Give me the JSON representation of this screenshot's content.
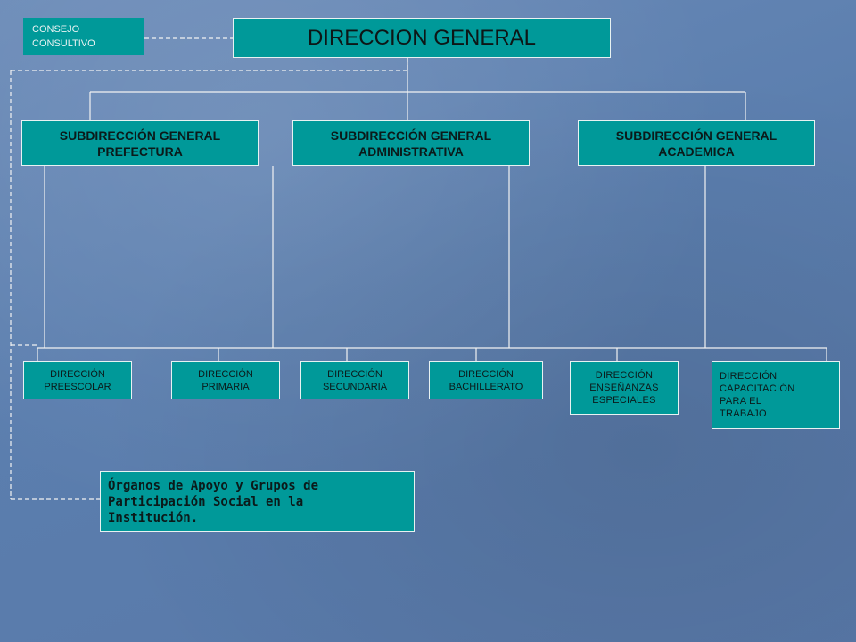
{
  "consejo": "CONSEJO CONSULTIVO",
  "direccion_general": "DIRECCION GENERAL",
  "subdirecciones": [
    "SUBDIRECCIÓN GENERAL PREFECTURA",
    "SUBDIRECCIÓN GENERAL ADMINISTRATIVA",
    "SUBDIRECCIÓN GENERAL ACADEMICA"
  ],
  "direcciones": [
    "DIRECCIÓN PREESCOLAR",
    "DIRECCIÓN PRIMARIA",
    "DIRECCIÓN SECUNDARIA",
    "DIRECCIÓN BACHILLERATO",
    "DIRECCIÓN ENSEÑANZAS ESPECIALES",
    "DIRECCIÓN CAPACITACIÓN PARA EL TRABAJO"
  ],
  "organos": "Órganos de Apoyo y Grupos de Participación Social en la Institución.",
  "colors": {
    "box": "#009999",
    "line": "#f0f0f0",
    "background": "#5b7eae"
  }
}
